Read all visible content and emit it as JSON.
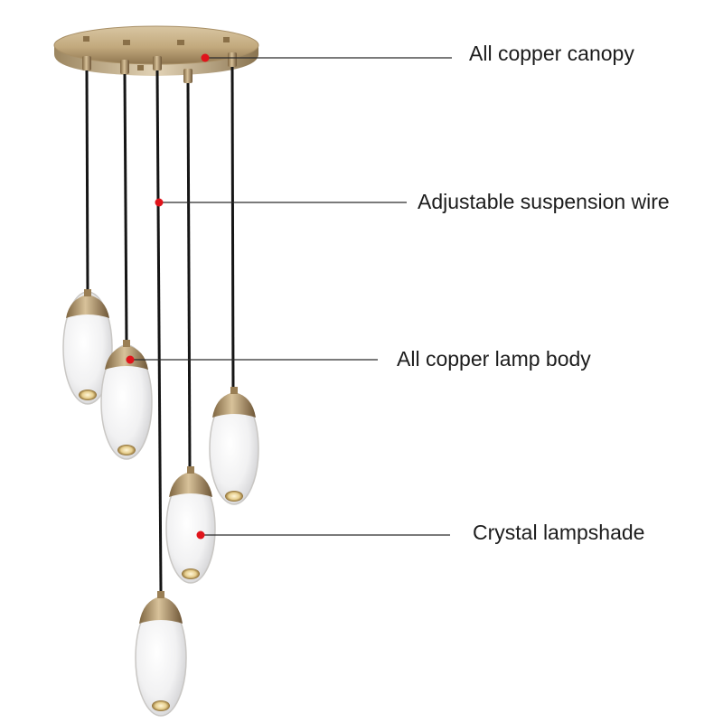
{
  "callouts": {
    "canopy": "All copper canopy",
    "wire": "Adjustable suspension wire",
    "lamp_body": "All copper lamp body",
    "lampshade": "Crystal lampshade"
  },
  "colors": {
    "marker": "#e0141b",
    "leader_line": "#2a2a2a",
    "brass": "#b89a6e",
    "cord": "#151515",
    "crystal": "#f4f4f5"
  }
}
